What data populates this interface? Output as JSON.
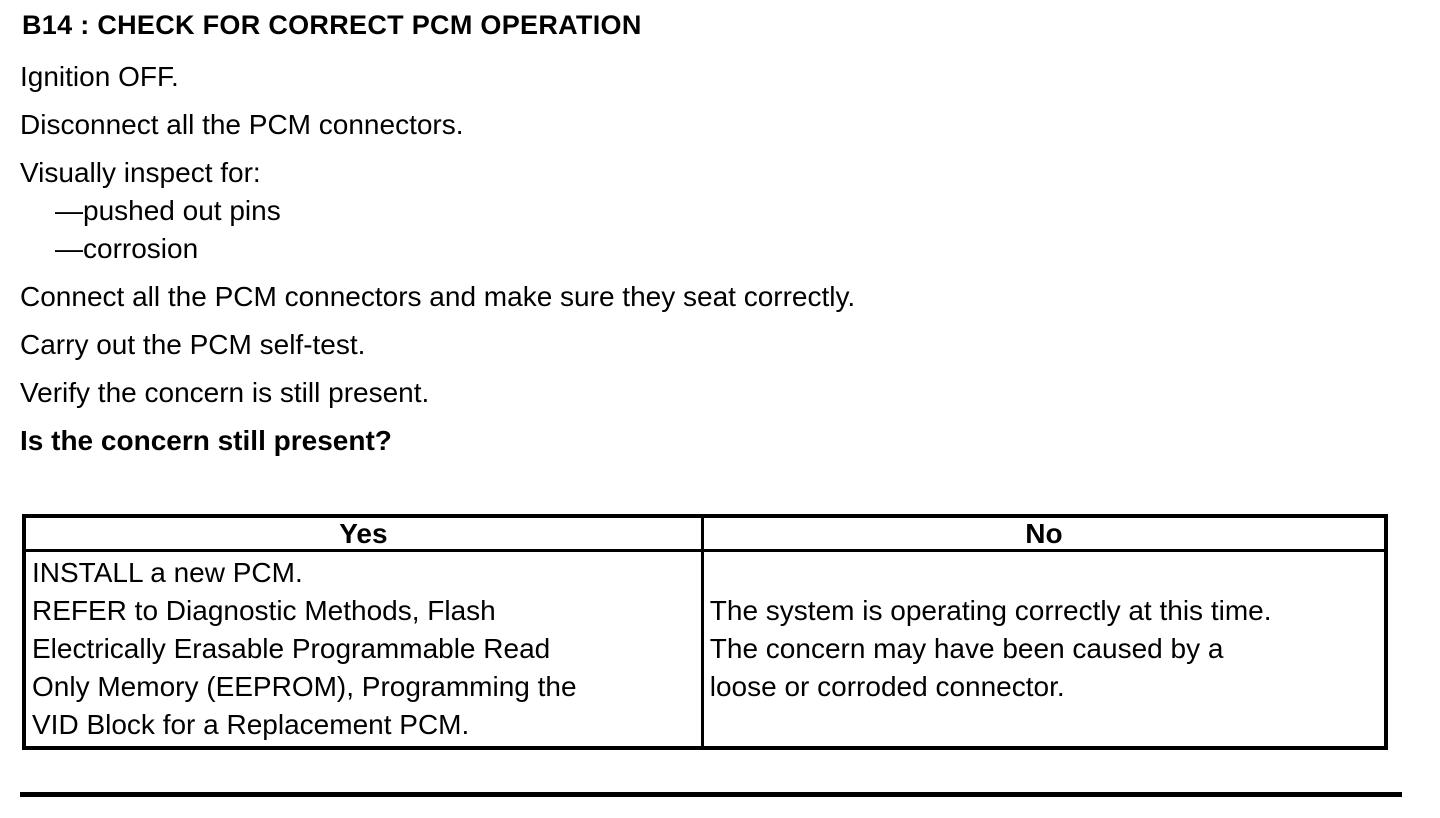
{
  "document": {
    "title": "B14 : CHECK FOR CORRECT PCM OPERATION",
    "steps": [
      "Ignition OFF.",
      "Disconnect all the PCM connectors.",
      "Visually inspect for:",
      "—pushed out pins",
      "—corrosion",
      "Connect all the PCM connectors and make sure they seat correctly.",
      "Carry out the PCM self-test.",
      "Verify the concern is still present.",
      "Is the concern still present?"
    ],
    "results_table": {
      "headers": [
        "Yes",
        "No"
      ],
      "yes_action_lines": [
        "INSTALL a new PCM.",
        "REFER to Diagnostic Methods, Flash",
        "Electrically Erasable Programmable Read",
        "Only Memory (EEPROM), Programming the",
        "VID Block for a Replacement PCM."
      ],
      "no_action_lines": [
        "The system is operating correctly at this time.",
        "The concern may have been caused by a",
        "loose or corroded connector."
      ]
    },
    "colors": {
      "text": "#000000",
      "background": "#ffffff",
      "border": "#000000"
    }
  }
}
